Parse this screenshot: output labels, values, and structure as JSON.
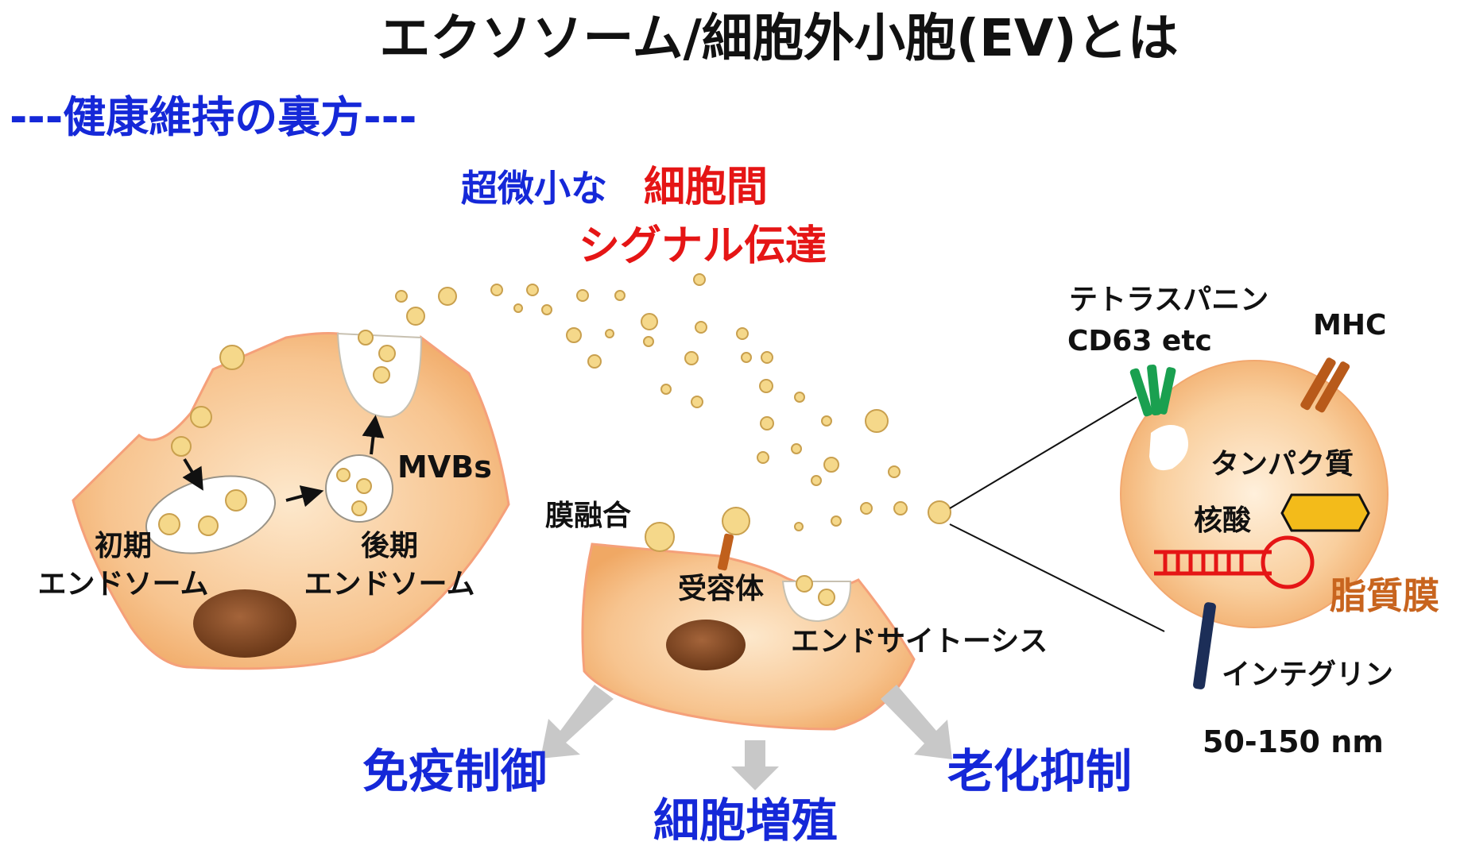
{
  "title": "エクソソーム/細胞外小胞(EV)とは",
  "subtitle": "---健康維持の裏方---",
  "signal": {
    "line1_blue": "超微小な",
    "line1_red": "細胞間",
    "line2_red": "シグナル伝達"
  },
  "donor_cell": {
    "mvbs": "MVBs",
    "early_line1": "初期",
    "early_line2": "エンドソーム",
    "late_line1": "後期",
    "late_line2": "エンドソーム"
  },
  "recipient_cell": {
    "fusion": "膜融合",
    "receptor": "受容体",
    "endocytosis": "エンドサイトーシス"
  },
  "effects": {
    "immune": "免疫制御",
    "proliferation": "細胞増殖",
    "aging": "老化抑制"
  },
  "exosome": {
    "tetraspanin_line1": "テトラスパニン",
    "tetraspanin_line2": "CD63 etc",
    "mhc": "MHC",
    "protein": "タンパク質",
    "nucleic": "核酸",
    "lipid": "脂質膜",
    "integrin": "インテグリン",
    "size": "50-150 nm"
  },
  "colors": {
    "blue": "#1528d8",
    "red": "#e51515",
    "lipid_brown": "#c8641e",
    "vesicle": "#f5d88a"
  }
}
